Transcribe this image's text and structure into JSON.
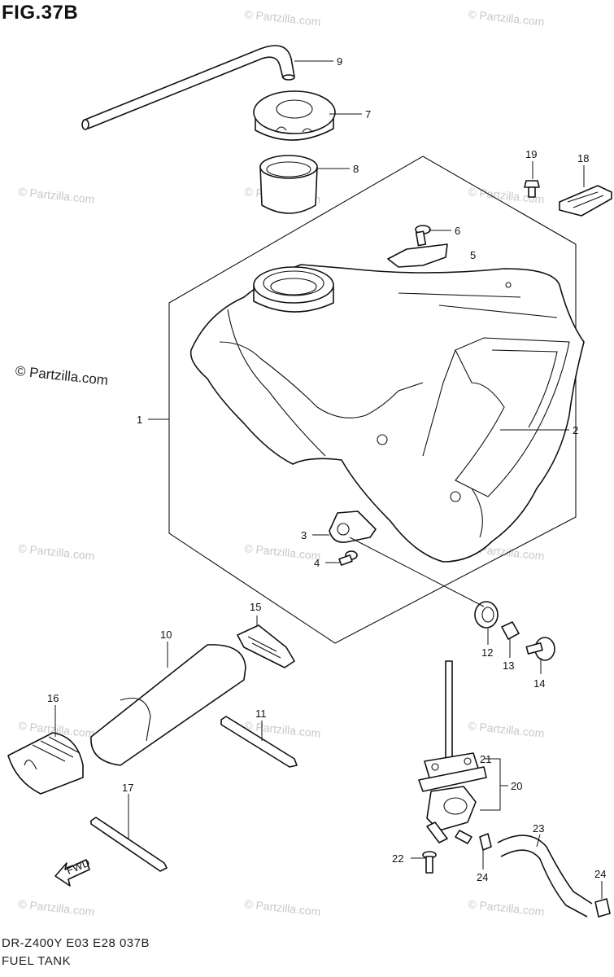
{
  "figure": {
    "title": "FIG.37B",
    "model_code": "DR-Z400Y E03 E28  037B",
    "name": "FUEL TANK"
  },
  "watermark": {
    "main": "© Partzilla.com",
    "repeat": "© Partzilla.com"
  },
  "callouts": [
    {
      "id": "c1",
      "label": "1"
    },
    {
      "id": "c2",
      "label": "2"
    },
    {
      "id": "c3",
      "label": "3"
    },
    {
      "id": "c4",
      "label": "4"
    },
    {
      "id": "c5",
      "label": "5"
    },
    {
      "id": "c6",
      "label": "6"
    },
    {
      "id": "c7",
      "label": "7"
    },
    {
      "id": "c8",
      "label": "8"
    },
    {
      "id": "c9",
      "label": "9"
    },
    {
      "id": "c10",
      "label": "10"
    },
    {
      "id": "c11",
      "label": "11"
    },
    {
      "id": "c12",
      "label": "12"
    },
    {
      "id": "c13",
      "label": "13"
    },
    {
      "id": "c14",
      "label": "14"
    },
    {
      "id": "c15",
      "label": "15"
    },
    {
      "id": "c16",
      "label": "16"
    },
    {
      "id": "c17",
      "label": "17"
    },
    {
      "id": "c18",
      "label": "18"
    },
    {
      "id": "c19",
      "label": "19"
    },
    {
      "id": "c20",
      "label": "20"
    },
    {
      "id": "c21",
      "label": "21"
    },
    {
      "id": "c22",
      "label": "22"
    },
    {
      "id": "c23",
      "label": "23"
    },
    {
      "id": "c24a",
      "label": "24"
    },
    {
      "id": "c24b",
      "label": "24"
    }
  ],
  "fwd_label": "FWD"
}
